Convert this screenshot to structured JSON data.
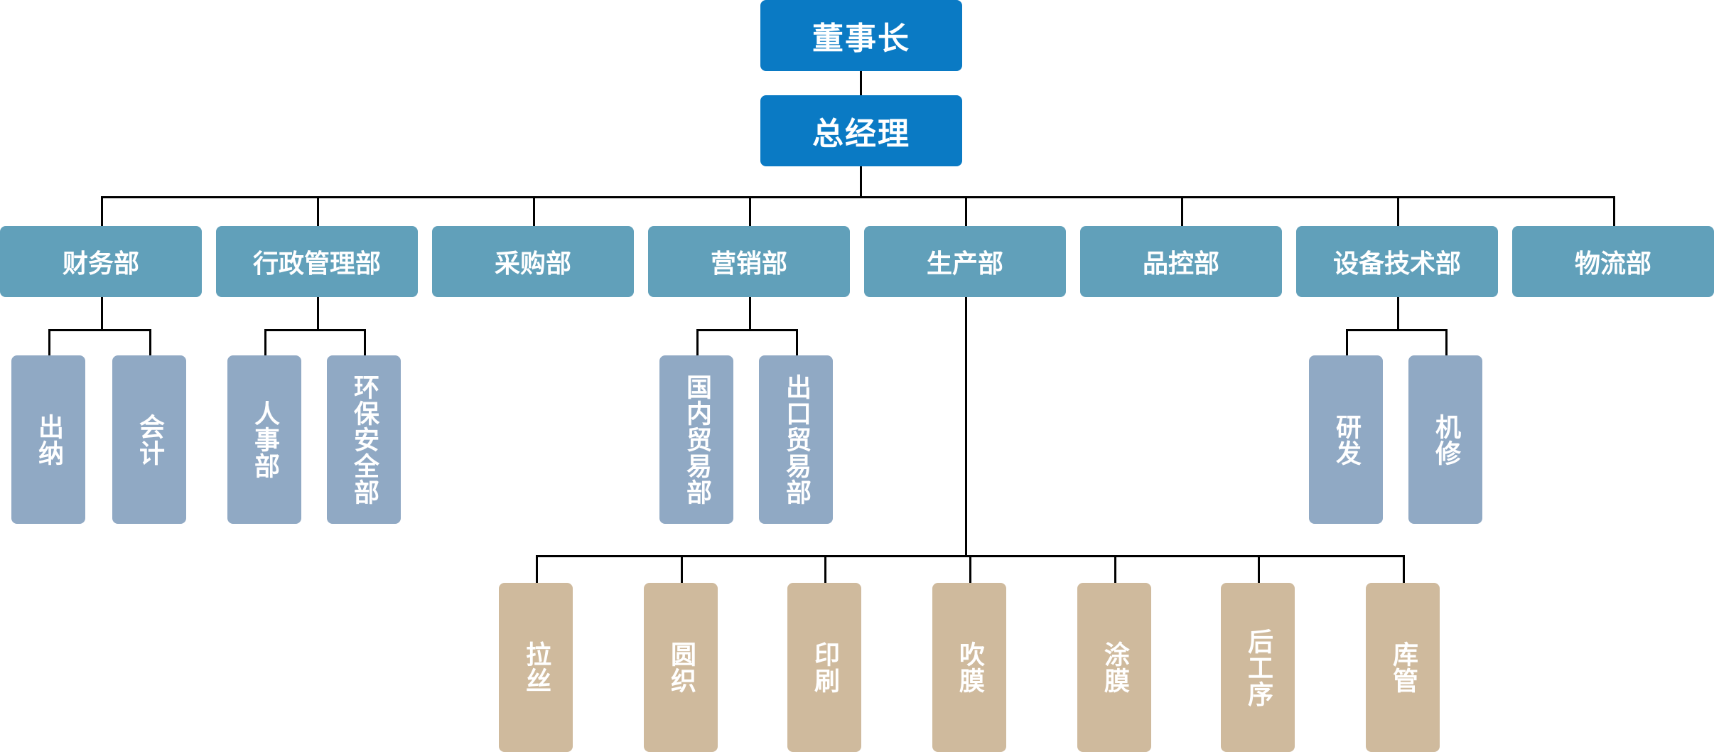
{
  "org_chart": {
    "top": [
      {
        "id": "chairman",
        "label": "董事长"
      },
      {
        "id": "gm",
        "label": "总经理"
      }
    ],
    "departments": [
      {
        "id": "finance",
        "label": "财务部",
        "children": [
          "出纳",
          "会计"
        ]
      },
      {
        "id": "admin",
        "label": "行政管理部",
        "children": [
          "人事部",
          "环保安全部"
        ]
      },
      {
        "id": "purchasing",
        "label": "采购部",
        "children": []
      },
      {
        "id": "marketing",
        "label": "营销部",
        "children": [
          "国内贸易部",
          "出口贸易部"
        ]
      },
      {
        "id": "production",
        "label": "生产部",
        "children": [
          "拉丝",
          "圆织",
          "印刷",
          "吹膜",
          "涂膜",
          "后工序",
          "库管"
        ]
      },
      {
        "id": "qc",
        "label": "品控部",
        "children": []
      },
      {
        "id": "equipment",
        "label": "设备技术部",
        "children": [
          "研发",
          "机修"
        ]
      },
      {
        "id": "logistics",
        "label": "物流部",
        "children": []
      }
    ]
  },
  "colors": {
    "top": "#0a7ac4",
    "department": "#61a0ba",
    "sub_unit": "#90a9c4",
    "production_unit": "#cfba9d",
    "connector": "#000000"
  }
}
